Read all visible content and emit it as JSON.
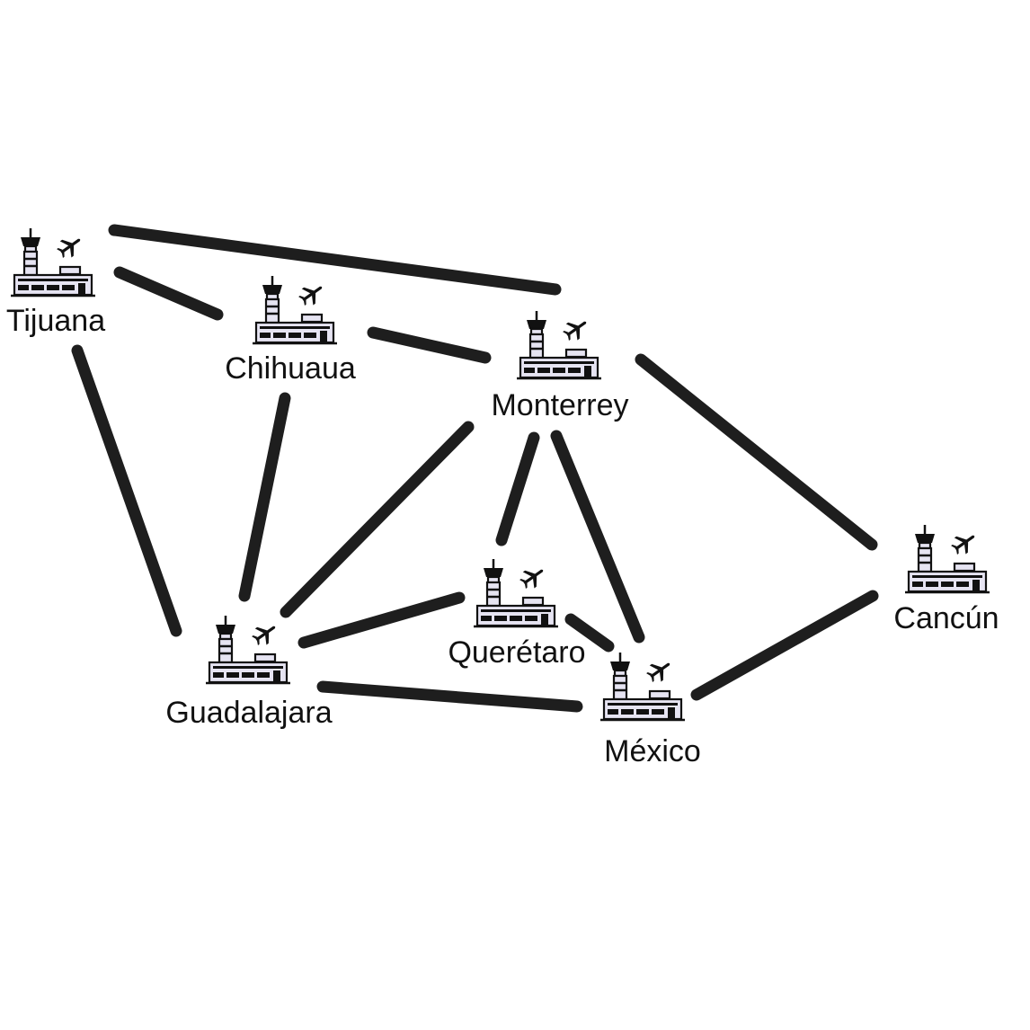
{
  "airports": [
    {
      "id": "tijuana",
      "name": "Tijuana"
    },
    {
      "id": "chihuahua",
      "name": "Chihuaua"
    },
    {
      "id": "monterrey",
      "name": "Monterrey"
    },
    {
      "id": "guadalajara",
      "name": "Guadalajara"
    },
    {
      "id": "queretaro",
      "name": "Querétaro"
    },
    {
      "id": "mexico",
      "name": "México"
    },
    {
      "id": "cancun",
      "name": "Cancún"
    }
  ],
  "routes": [
    [
      "tijuana",
      "monterrey"
    ],
    [
      "tijuana",
      "chihuahua"
    ],
    [
      "tijuana",
      "guadalajara"
    ],
    [
      "chihuahua",
      "monterrey"
    ],
    [
      "chihuahua",
      "guadalajara"
    ],
    [
      "monterrey",
      "guadalajara"
    ],
    [
      "monterrey",
      "queretaro"
    ],
    [
      "monterrey",
      "mexico"
    ],
    [
      "monterrey",
      "cancun"
    ],
    [
      "guadalajara",
      "queretaro"
    ],
    [
      "guadalajara",
      "mexico"
    ],
    [
      "queretaro",
      "mexico"
    ],
    [
      "mexico",
      "cancun"
    ]
  ],
  "colors": {
    "edge": "#1e1e1e",
    "building_fill": "#e6e4f2",
    "ink": "#111111"
  },
  "icon": "airport-icon"
}
